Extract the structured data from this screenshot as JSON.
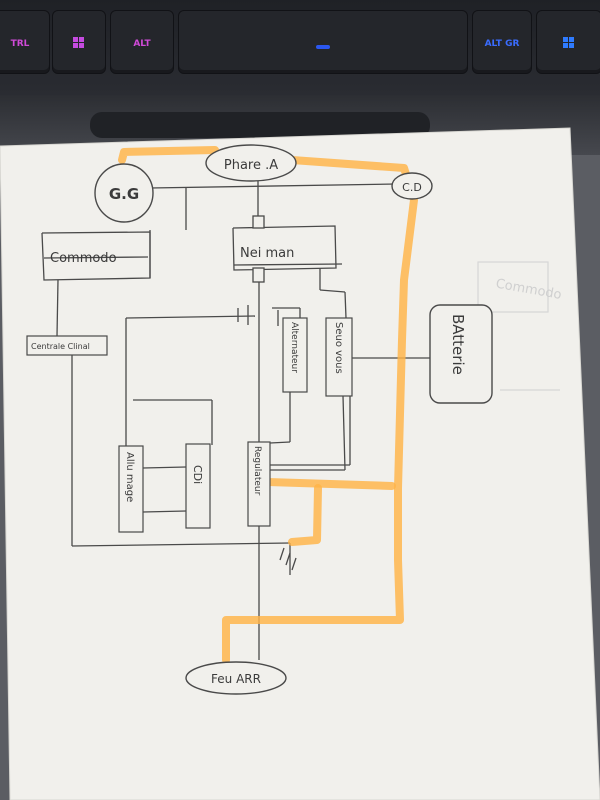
{
  "keyboard": {
    "keys": [
      {
        "label": "TRL",
        "color": "#d04ad8"
      },
      {
        "label": "",
        "color": "#c54be0",
        "icon": "windows-logo-icon"
      },
      {
        "label": "ALT",
        "color": "#d04ad8"
      },
      {
        "label": "",
        "color": "#2b57f0",
        "icon": "spacebar-light"
      },
      {
        "label": "ALT GR",
        "color": "#3a6cff"
      },
      {
        "label": "",
        "color": "#2f7bff",
        "icon": "windows-logo-icon"
      }
    ]
  },
  "diagram": {
    "nodes": {
      "phare": "Phare .A",
      "gg": "G.G",
      "cd": "C.D",
      "commodo": "Commodo",
      "neiman": "Nei man",
      "centrale": "Centrale Clinal",
      "alternateur": "Alternateur",
      "seuo_vous": "Seuo vous",
      "batterie": "BAtterie",
      "allumage": "Allu mage",
      "cdi": "CDi",
      "regulateur": "Regulateur",
      "feu_arr": "Feu ARR"
    },
    "highlight_color": "#ffb347",
    "ink_color": "#4a4a4a"
  }
}
